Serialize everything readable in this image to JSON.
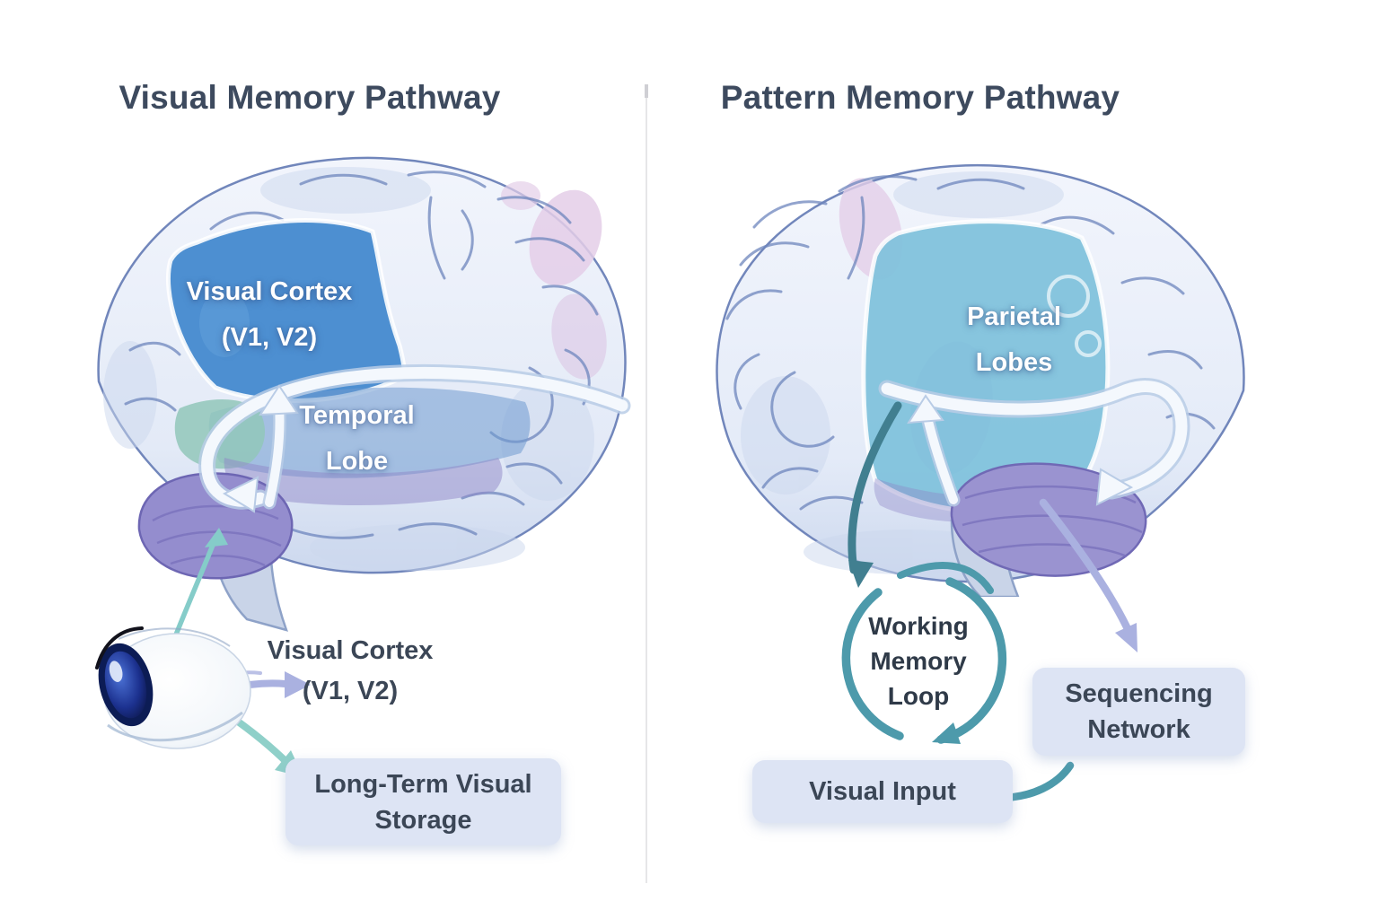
{
  "palette": {
    "background": "#ffffff",
    "title_text": "#3d4a5e",
    "dark_label_text": "#3b4656",
    "white_label_text": "#ffffff",
    "box_fill": "#dde4f4",
    "visual_cortex_blue": "#478cd0",
    "parietal_blue": "#7fc2dc",
    "temporal_blue": "#6f9bd0",
    "cerebellum_purple": "#948dce",
    "hippocampus_teal": "#92c7ba",
    "teal_arrow": "#4d9aab",
    "teal_arrow_dark": "#417f90",
    "teal_arrow_light": "#8fd0c9",
    "lavender_arrow": "#aab1e0",
    "ribbon_white": "#f4f8fd"
  },
  "left_panel": {
    "title": "Visual Memory Pathway",
    "brain_region_labels": {
      "visual_cortex": "Visual Cortex\n(V1, V2)",
      "temporal_lobe": "Temporal\nLobe"
    },
    "caption_visual_cortex": "Visual Cortex\n(V1, V2)",
    "storage_box_label": "Long-Term Visual\nStorage"
  },
  "right_panel": {
    "title": "Pattern Memory Pathway",
    "brain_region_labels": {
      "parietal_lobes": "Parietal\nLobes"
    },
    "working_memory_loop_label": "Working\nMemory\nLoop",
    "sequencing_box_label": "Sequencing\nNetwork",
    "visual_input_box_label": "Visual Input"
  }
}
